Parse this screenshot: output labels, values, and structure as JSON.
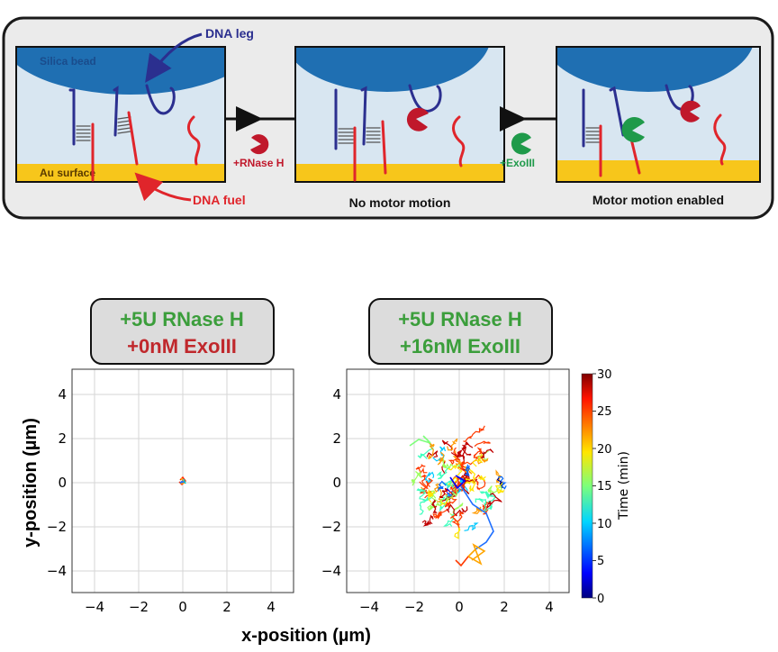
{
  "schematic": {
    "silica_label": "Silica bead",
    "au_label": "Au surface",
    "dna_leg_label": "DNA leg",
    "dna_fuel_label": "DNA fuel",
    "rnase_label": "+RNase H",
    "exo_label": "+ExoIII",
    "caption_mid": "No motor motion",
    "caption_right": "Motor motion enabled"
  },
  "plots": {
    "left_title_1": "+5U RNase H",
    "left_title_2": "+0nM ExoIII",
    "right_title_1": "+5U RNase H",
    "right_title_2": "+16nM ExoIII",
    "xlabel": "x-position (µm)",
    "ylabel": "y-position (µm)",
    "colorbar_label": "Time (min)",
    "x_ticks": [
      "−4",
      "−2",
      "0",
      "2",
      "4"
    ],
    "y_ticks": [
      "4",
      "2",
      "0",
      "−2",
      "−4"
    ],
    "cb_ticks": [
      "30",
      "25",
      "20",
      "15",
      "10",
      "5",
      "0"
    ]
  },
  "colors": {
    "title_green": "#3b9e3b",
    "title_red": "#c0282c",
    "dna_blue": "#2b2f8f",
    "dna_red": "#e0252b",
    "bead_blue": "#1f6fb2",
    "au_yellow": "#f7c61b"
  }
}
